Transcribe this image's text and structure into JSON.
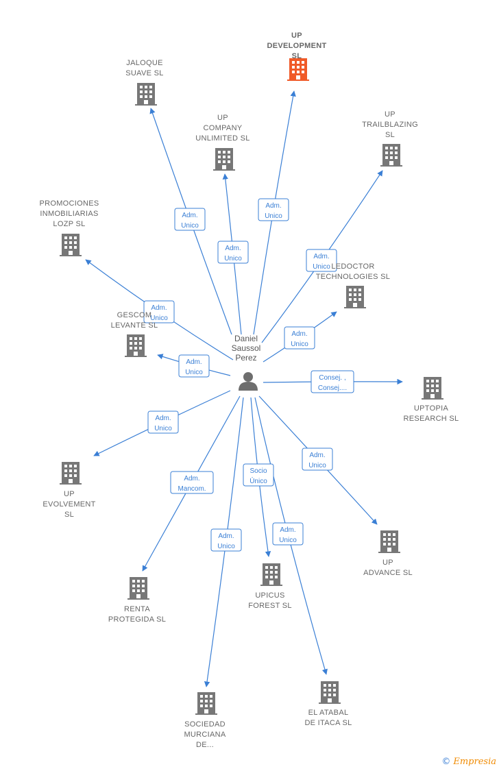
{
  "colors": {
    "accent": "#3a7fd5",
    "building": "#777777",
    "highlight": "#f05a28"
  },
  "center": {
    "name_lines": [
      "Daniel",
      "Saussol",
      "Perez"
    ],
    "icon": "person-icon"
  },
  "nodes": [
    {
      "id": "up-development",
      "lines": [
        "UP",
        "DEVELOPMENT",
        "SL"
      ],
      "highlight": true,
      "icon": "building-icon"
    },
    {
      "id": "jaloque",
      "lines": [
        "JALOQUE",
        "SUAVE  SL"
      ],
      "icon": "building-icon"
    },
    {
      "id": "up-company",
      "lines": [
        "UP",
        "COMPANY",
        "UNLIMITED  SL"
      ],
      "icon": "building-icon"
    },
    {
      "id": "up-trailblazing",
      "lines": [
        "UP",
        "TRAILBLAZING",
        "SL"
      ],
      "icon": "building-icon"
    },
    {
      "id": "promociones",
      "lines": [
        "PROMOCIONES",
        "INMOBILIARIAS",
        "LOZP SL"
      ],
      "icon": "building-icon"
    },
    {
      "id": "ledoctor",
      "lines": [
        "LEDOCTOR",
        "TECHNOLOGIES SL"
      ],
      "icon": "building-icon"
    },
    {
      "id": "gescom",
      "lines": [
        "GESCOM",
        "LEVANTE SL"
      ],
      "icon": "building-icon"
    },
    {
      "id": "uptopia",
      "lines": [
        "UPTOPIA",
        "RESEARCH  SL"
      ],
      "icon": "building-icon"
    },
    {
      "id": "up-evolvement",
      "lines": [
        "UP",
        "EVOLVEMENT",
        "SL"
      ],
      "icon": "building-icon"
    },
    {
      "id": "up-advance",
      "lines": [
        "UP",
        "ADVANCE  SL"
      ],
      "icon": "building-icon"
    },
    {
      "id": "renta",
      "lines": [
        "RENTA",
        "PROTEGIDA SL"
      ],
      "icon": "building-icon"
    },
    {
      "id": "upicus",
      "lines": [
        "UPICUS",
        "FOREST  SL"
      ],
      "icon": "building-icon"
    },
    {
      "id": "sociedad",
      "lines": [
        "SOCIEDAD",
        "MURCIANA",
        "DE..."
      ],
      "icon": "building-icon"
    },
    {
      "id": "el-atabal",
      "lines": [
        "EL ATABAL",
        "DE ITACA  SL"
      ],
      "icon": "building-icon"
    }
  ],
  "edges": [
    {
      "to": "up-development",
      "role": [
        "Adm.",
        "Unico"
      ]
    },
    {
      "to": "jaloque",
      "role": [
        "Adm.",
        "Unico"
      ]
    },
    {
      "to": "up-company",
      "role": [
        "Adm.",
        "Unico"
      ]
    },
    {
      "to": "up-trailblazing",
      "role": [
        "Adm.",
        "Unico"
      ]
    },
    {
      "to": "promociones",
      "role": [
        "Adm.",
        "Unico"
      ]
    },
    {
      "to": "ledoctor",
      "role": [
        "Adm.",
        "Unico"
      ]
    },
    {
      "to": "gescom",
      "role": [
        "Adm.",
        "Unico"
      ]
    },
    {
      "to": "uptopia",
      "role": [
        "Consej. ,",
        "Consej...."
      ]
    },
    {
      "to": "up-evolvement",
      "role": [
        "Adm.",
        "Unico"
      ]
    },
    {
      "to": "up-advance",
      "role": [
        "Adm.",
        "Unico"
      ]
    },
    {
      "to": "renta",
      "role": [
        "Adm.",
        "Mancom."
      ]
    },
    {
      "to": "upicus",
      "role": [
        "Socio",
        "Único"
      ]
    },
    {
      "to": "sociedad",
      "role": [
        "Adm.",
        "Unico"
      ]
    },
    {
      "to": "el-atabal",
      "role": [
        "Adm.",
        "Unico"
      ]
    }
  ],
  "footer": {
    "copyright_symbol": "©",
    "brand": "Empresia"
  }
}
